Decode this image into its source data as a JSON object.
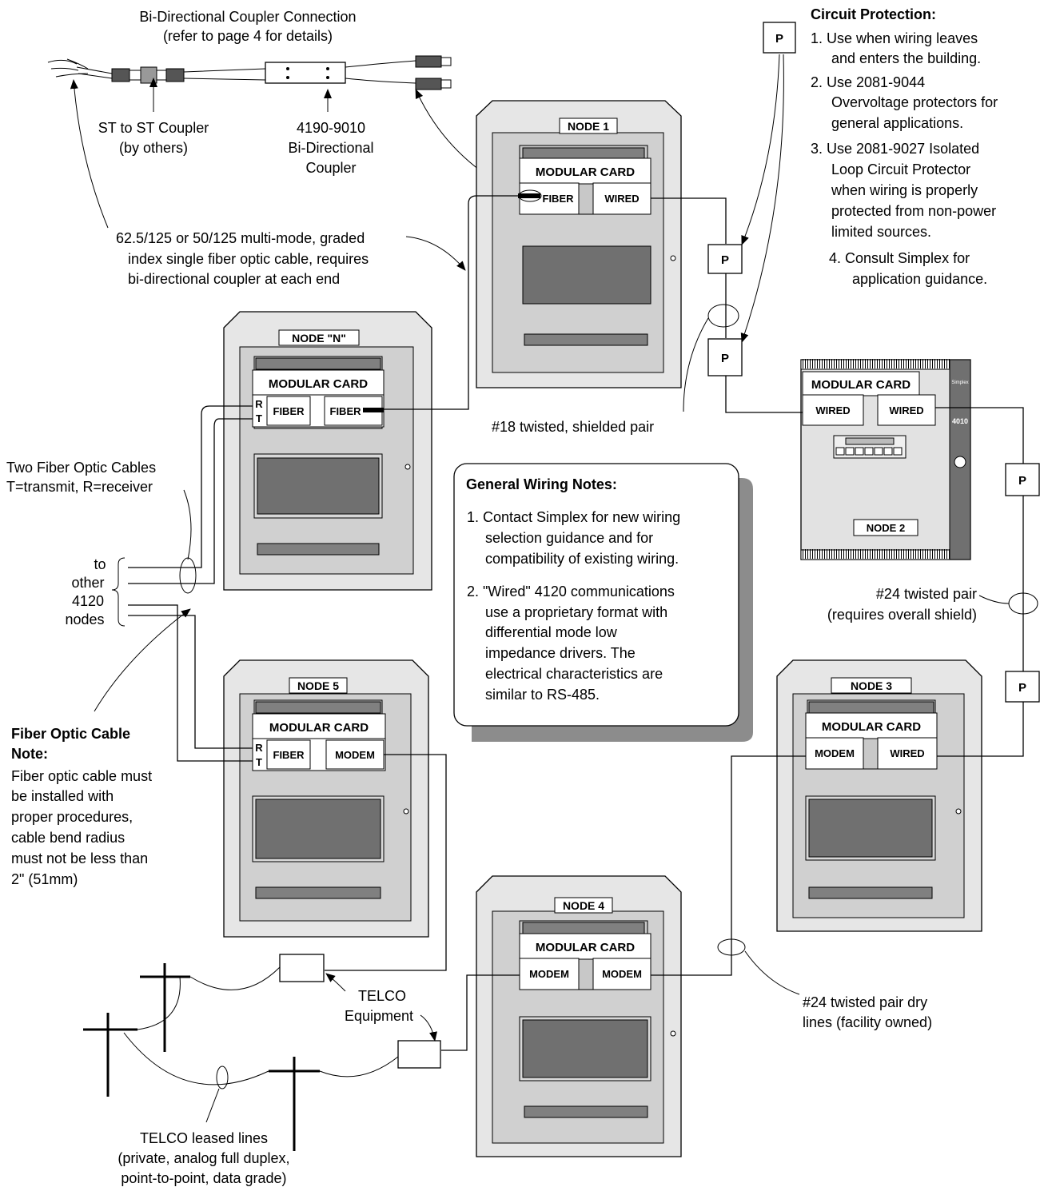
{
  "coupler": {
    "title": "Bi-Directional Coupler Connection",
    "subtitle": "(refer to page 4 for details)",
    "st_line1": "ST to ST Coupler",
    "st_line2": "(by others)",
    "bd_line1": "4190-9010",
    "bd_line2": "Bi-Directional",
    "bd_line3": "Coupler"
  },
  "fiber_cable_note": {
    "line1": "62.5/125 or 50/125 multi-mode, graded",
    "line2": "index single fiber optic cable, requires",
    "line3": "bi-directional coupler at each end"
  },
  "circuit_protection": {
    "title": "Circuit Protection:",
    "lines": [
      "1. Use when wiring leaves",
      "and enters the building.",
      "2. Use 2081-9044",
      "Overvoltage protectors for",
      "general applications.",
      "3. Use 2081-9027 Isolated",
      "Loop Circuit Protector",
      "when wiring is properly",
      "protected from non-power",
      "limited sources.",
      "4. Consult Simplex for",
      "application guidance."
    ]
  },
  "protector_label": "P",
  "nodes": {
    "node1": {
      "name": "NODE 1",
      "card": "MODULAR CARD",
      "left": "FIBER",
      "right": "WIRED"
    },
    "nodeN": {
      "name": "NODE \"N\"",
      "card": "MODULAR CARD",
      "left": "FIBER",
      "right": "FIBER",
      "rt": "R",
      "tt": "T"
    },
    "node2": {
      "name": "NODE 2",
      "card": "MODULAR CARD",
      "left": "WIRED",
      "right": "WIRED"
    },
    "node3": {
      "name": "NODE 3",
      "card": "MODULAR CARD",
      "left": "MODEM",
      "right": "WIRED"
    },
    "node4": {
      "name": "NODE 4",
      "card": "MODULAR CARD",
      "left": "MODEM",
      "right": "MODEM"
    },
    "node5": {
      "name": "NODE 5",
      "card": "MODULAR CARD",
      "left": "FIBER",
      "right": "MODEM",
      "rt": "R",
      "tt": "T"
    }
  },
  "panel_brand": "Simplex",
  "panel_model": "4010",
  "cable_labels": {
    "shielded": "#18 twisted, shielded pair",
    "twisted24_line1": "#24 twisted pair",
    "twisted24_line2": "(requires overall shield)",
    "dry_line1": "#24 twisted pair dry",
    "dry_line2": "lines (facility owned)",
    "two_fiber_line1": "Two Fiber Optic Cables",
    "two_fiber_line2": "T=transmit, R=receiver",
    "other_nodes": [
      "to",
      "other",
      "4120",
      "nodes"
    ]
  },
  "general_notes": {
    "title": "General Wiring Notes:",
    "lines": [
      "1. Contact Simplex for new wiring",
      "selection guidance and for",
      "compatibility of existing wiring.",
      "2. \"Wired\" 4120 communications",
      "use a proprietary format with",
      "differential mode low",
      "impedance drivers. The",
      "electrical characteristics are",
      "similar to RS-485."
    ]
  },
  "fiber_note": {
    "title1": "Fiber Optic Cable",
    "title2": "Note:",
    "lines": [
      "Fiber optic cable must",
      "be installed with",
      "proper procedures,",
      "cable bend radius",
      "must not be less than",
      "2\" (51mm)"
    ]
  },
  "telco": {
    "equip1": "TELCO",
    "equip2": "Equipment",
    "leased1": "TELCO leased lines",
    "leased2": "(private, analog full duplex,",
    "leased3": "point-to-point, data grade)"
  }
}
